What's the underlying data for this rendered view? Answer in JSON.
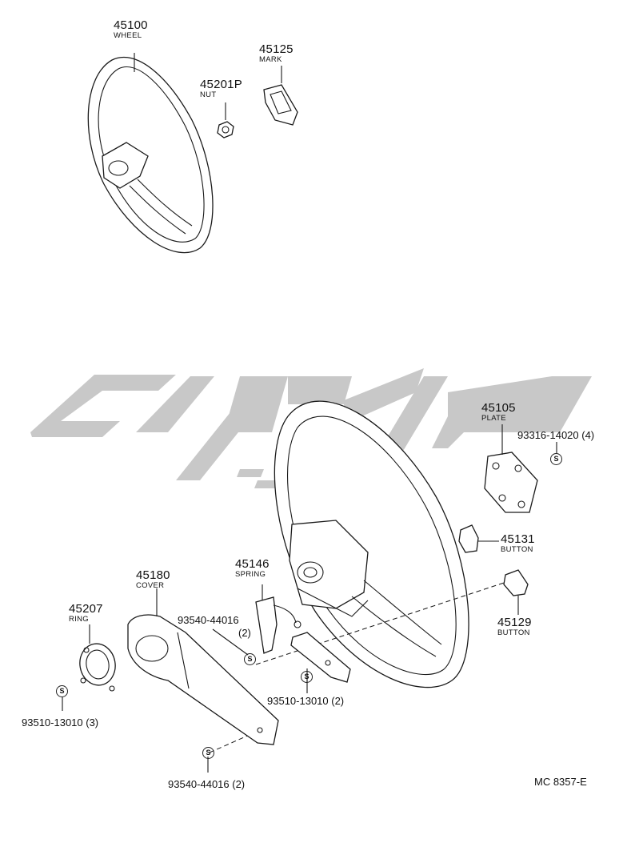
{
  "watermark": {
    "color": "#c8c8c8"
  },
  "top_parts": {
    "wheel": {
      "number": "45100",
      "name": "WHEEL"
    },
    "mark": {
      "number": "45125",
      "name": "MARK"
    },
    "nut": {
      "number": "45201P",
      "name": "NUT"
    }
  },
  "bottom_parts": {
    "plate": {
      "number": "45105",
      "name": "PLATE"
    },
    "plate_screw": "93316-14020 (4)",
    "button_upper": {
      "number": "45131",
      "name": "BUTTON"
    },
    "button_lower": {
      "number": "45129",
      "name": "BUTTON"
    },
    "spring": {
      "number": "45146",
      "name": "SPRING"
    },
    "spring_screw": {
      "number": "93540-44016",
      "qty": "(2)"
    },
    "cover": {
      "number": "45180",
      "name": "COVER"
    },
    "ring": {
      "number": "45207",
      "name": "RING"
    },
    "ring_screw": "93510-13010 (3)",
    "spring_bracket_screw": "93510-13010 (2)",
    "cover_screw": "93540-44016 (2)"
  },
  "std_symbol": "S",
  "figure_code": "MC 8357-E"
}
